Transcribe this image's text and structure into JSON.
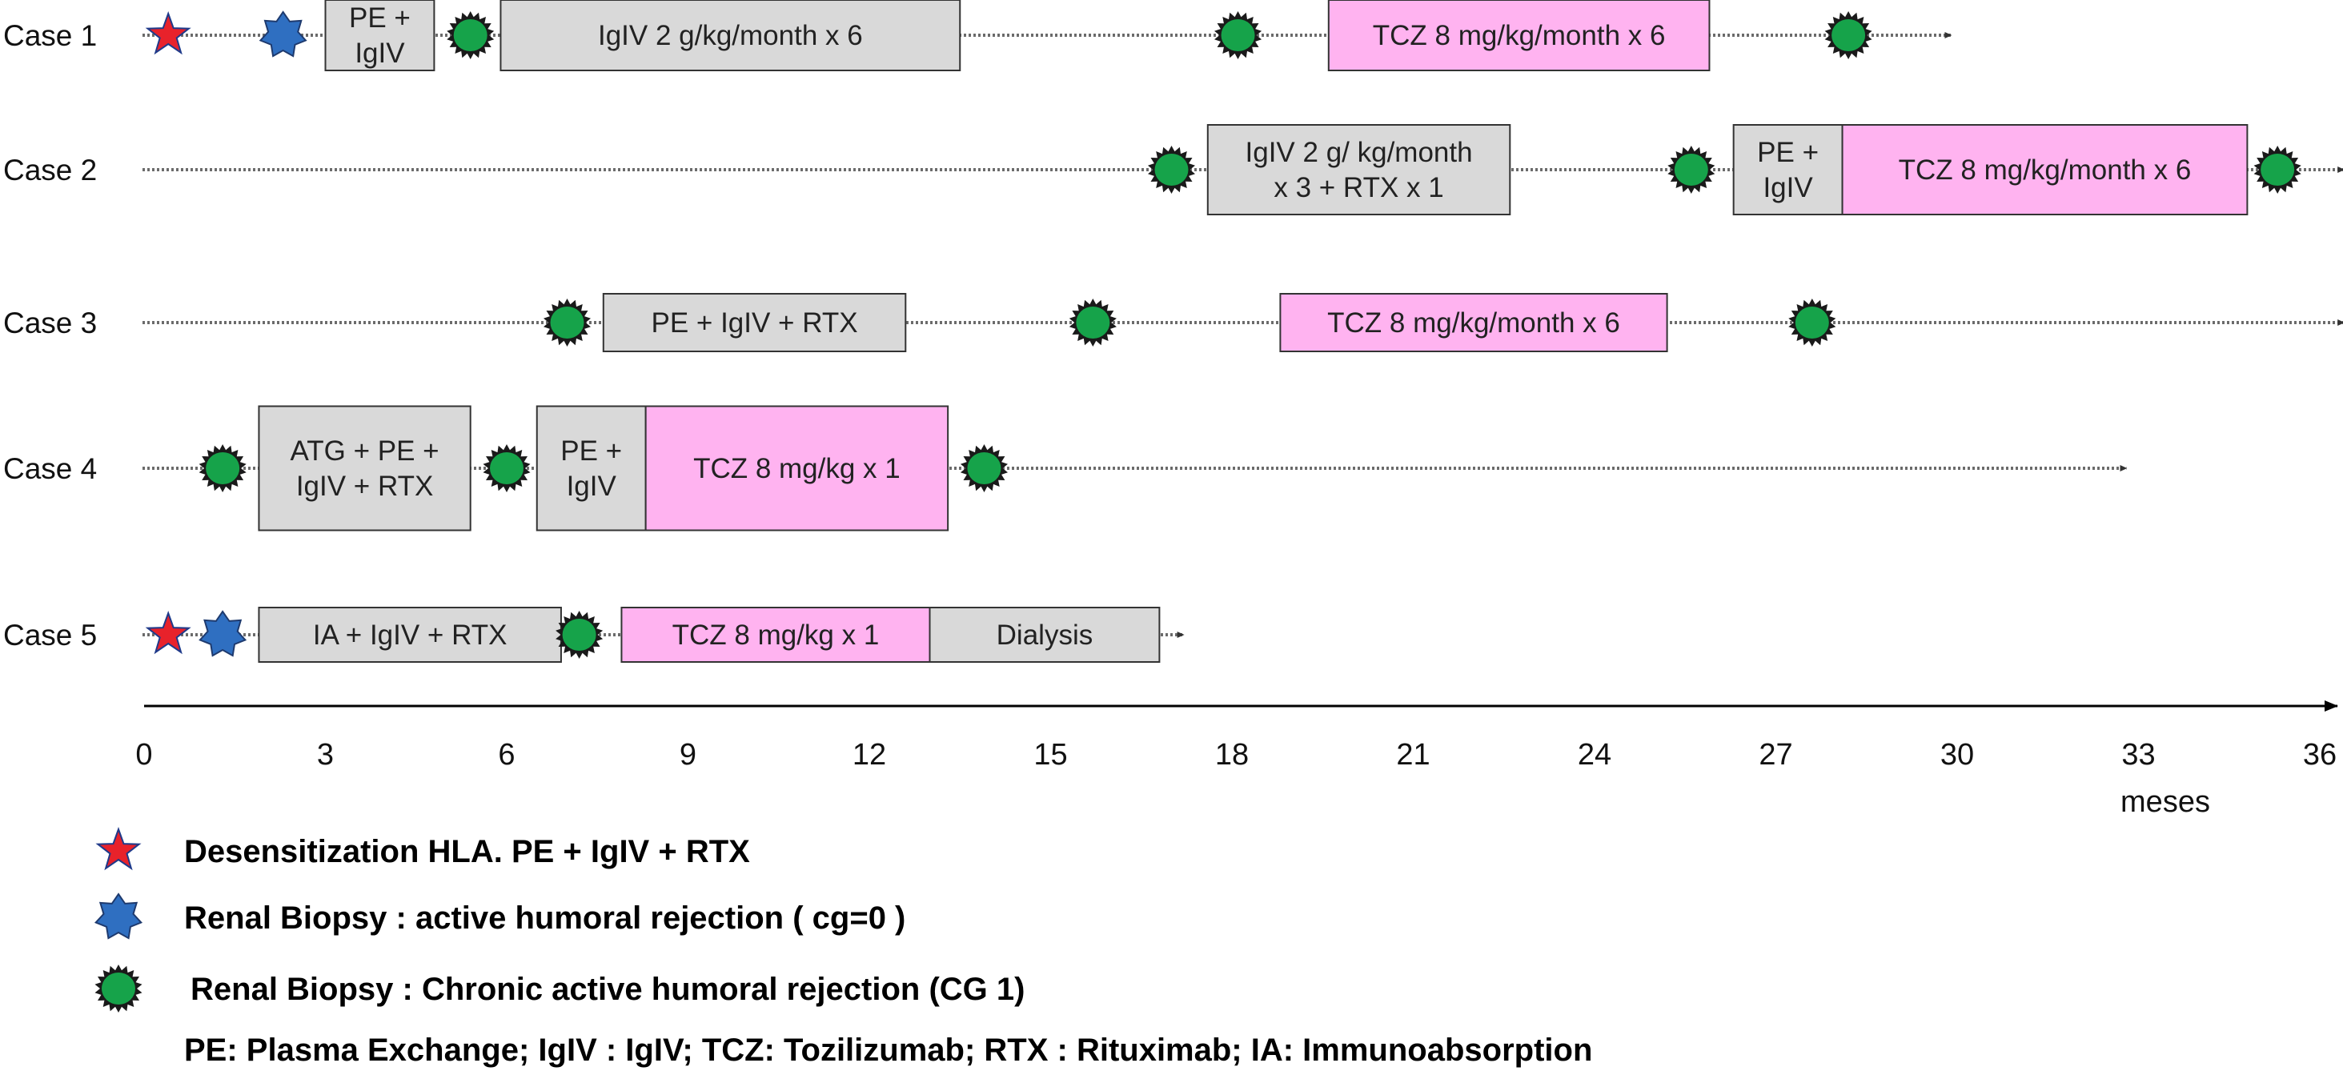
{
  "colors": {
    "gray_box": "#d9d9d9",
    "pink_box": "#ffb3f0",
    "star": "#e8222b",
    "biopsy_blue": "#2f6fc1",
    "biopsy_green": "#16a34a",
    "line": "#6b6b6b"
  },
  "axis": {
    "ticks": [
      "0",
      "3",
      "6",
      "9",
      "12",
      "15",
      "18",
      "21",
      "24",
      "27",
      "30",
      "33",
      "36"
    ],
    "unit": "meses",
    "range": [
      0,
      36
    ]
  },
  "cases": [
    {
      "label": "Case 1",
      "line_end": 29.9,
      "markers": [
        {
          "type": "star",
          "t": 0.4
        },
        {
          "type": "blue",
          "t": 2.3
        },
        {
          "type": "green",
          "t": 5.4
        },
        {
          "type": "green",
          "t": 18.1
        },
        {
          "type": "green",
          "t": 28.2
        }
      ],
      "boxes": [
        {
          "kind": "gray",
          "start": 3.0,
          "end": 4.8,
          "lines": [
            "PE +",
            "IgIV"
          ]
        },
        {
          "kind": "gray",
          "start": 5.9,
          "end": 13.5,
          "lines": [
            "IgIV 2 g/kg/month x 6"
          ]
        },
        {
          "kind": "pink",
          "start": 19.6,
          "end": 25.9,
          "lines": [
            "TCZ 8 mg/kg/month x 6"
          ]
        }
      ]
    },
    {
      "label": "Case 2",
      "line_end": 36.4,
      "markers": [
        {
          "type": "green",
          "t": 17.0
        },
        {
          "type": "green",
          "t": 25.6
        },
        {
          "type": "green",
          "t": 35.3
        }
      ],
      "boxes": [
        {
          "kind": "gray",
          "start": 17.6,
          "end": 22.6,
          "lines": [
            "IgIV 2 g/ kg/month",
            "x 3  + RTX x 1"
          ]
        },
        {
          "kind": "gray",
          "start": 26.3,
          "end": 28.1,
          "lines": [
            "PE +",
            "IgIV"
          ]
        },
        {
          "kind": "pink",
          "start": 28.1,
          "end": 34.8,
          "lines": [
            "TCZ 8 mg/kg/month x 6"
          ]
        }
      ]
    },
    {
      "label": "Case 3",
      "line_end": 36.4,
      "markers": [
        {
          "type": "green",
          "t": 7.0
        },
        {
          "type": "green",
          "t": 15.7
        },
        {
          "type": "green",
          "t": 27.6
        }
      ],
      "boxes": [
        {
          "kind": "gray",
          "start": 7.6,
          "end": 12.6,
          "lines": [
            "PE + IgIV + RTX"
          ]
        },
        {
          "kind": "pink",
          "start": 18.8,
          "end": 25.2,
          "lines": [
            "TCZ 8 mg/kg/month x 6"
          ]
        }
      ]
    },
    {
      "label": "Case 4",
      "line_end": 32.8,
      "markers": [
        {
          "type": "green",
          "t": 1.3
        },
        {
          "type": "green",
          "t": 6.0
        },
        {
          "type": "green",
          "t": 13.9
        }
      ],
      "boxes": [
        {
          "kind": "gray",
          "start": 1.9,
          "end": 5.4,
          "lines": [
            "ATG + PE +",
            "IgIV + RTX"
          ]
        },
        {
          "kind": "gray",
          "start": 6.5,
          "end": 8.3,
          "lines": [
            "PE +",
            "IgIV"
          ]
        },
        {
          "kind": "pink",
          "start": 8.3,
          "end": 13.3,
          "lines": [
            "TCZ 8 mg/kg x 1"
          ]
        }
      ]
    },
    {
      "label": "Case 5",
      "line_end": 17.2,
      "markers": [
        {
          "type": "star",
          "t": 0.4
        },
        {
          "type": "blue",
          "t": 1.3
        },
        {
          "type": "green",
          "t": 7.2
        }
      ],
      "boxes": [
        {
          "kind": "gray",
          "start": 1.9,
          "end": 6.9,
          "lines": [
            "IA + IgIV + RTX"
          ]
        },
        {
          "kind": "pink",
          "start": 7.9,
          "end": 13.0,
          "lines": [
            "TCZ 8 mg/kg x 1"
          ]
        },
        {
          "kind": "gray",
          "start": 13.0,
          "end": 16.8,
          "lines": [
            "Dialysis"
          ]
        }
      ]
    }
  ],
  "legend": {
    "star": "Desensitization HLA. PE + IgIV + RTX",
    "blue": "Renal Biopsy : active humoral rejection  ( cg=0 )",
    "green": "Renal Biopsy :  Chronic active humoral rejection  (CG   1)",
    "abbreviations": "PE: Plasma Exchange; IgIV : IgIV; TCZ:  Tozilizumab; RTX : Rituximab; IA: Immunoabsorption"
  }
}
